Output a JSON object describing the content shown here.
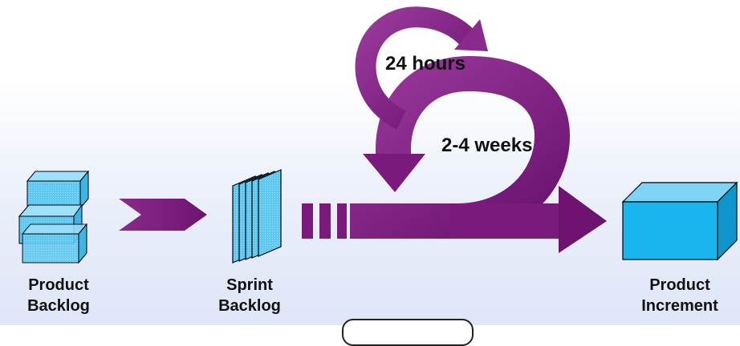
{
  "labels": {
    "product_backlog": [
      "Product",
      "Backlog"
    ],
    "sprint_backlog": [
      "Sprint",
      "Backlog"
    ],
    "product_increment": [
      "Product",
      "Increment"
    ]
  },
  "cycles": {
    "daily": "24 hours",
    "sprint": "2-4 weeks"
  },
  "colors": {
    "arrow": "#7a1a7c",
    "arrow_light": "#9b3b9d",
    "box_fill": "#19b5ee",
    "box_fill_light": "#7fd3f5",
    "outline": "#000000",
    "background": "#e3e9f8"
  },
  "icons": {
    "product_backlog": "stacked-boxes-icon",
    "sprint_backlog": "stacked-sheets-icon",
    "product_increment": "box-icon"
  }
}
